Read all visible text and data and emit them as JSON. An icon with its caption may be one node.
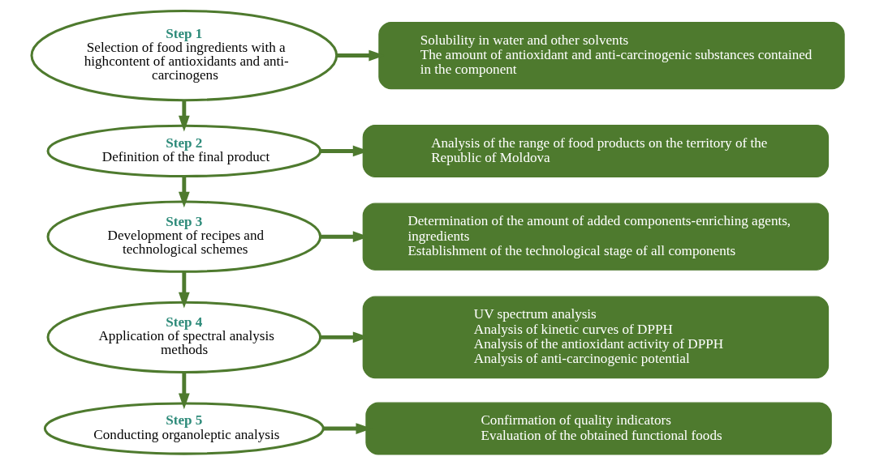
{
  "diagram": {
    "nodes": [
      {
        "text": [
          "Step 1",
          "Selection of food ingredients with a highcontent of antioxidants and anti-carcinogens"
        ]
      },
      {
        "text": [
          "Solubility in water and other solvents",
          "The amount of antioxidant and anti-carcinogenic substances contained in the component"
        ]
      },
      {
        "text": [
          "Step 2",
          "Definition of the final product"
        ]
      },
      {
        "text": [
          "Analysis of the range of food products on the territory of the Republic of Moldova"
        ]
      },
      {
        "text": [
          "Step 3",
          "Development of recipes and technological schemes"
        ]
      },
      {
        "text": [
          "Determination of the amount of added components-enriching agents, ingredients",
          "Establishment of the technological stage of all components"
        ]
      },
      {
        "text": [
          "Step 4",
          "Application of spectral analysis methods"
        ]
      },
      {
        "text": [
          "UV spectrum analysis",
          "Analysis of kinetic curves of DPPH",
          "Analysis of the antioxidant activity of DPPH",
          "Analysis of anti-carcinogenic potential"
        ]
      },
      {
        "text": [
          "Step 5",
          "Conducting organoleptic analysis"
        ]
      },
      {
        "text": [
          "Confirmation of quality indicators",
          "Evaluation of the obtained functional foods"
        ]
      }
    ],
    "edges": [
      {
        "from": 0,
        "to": 1,
        "arrow": "to"
      },
      {
        "from": 0,
        "to": 2,
        "arrow": "to"
      },
      {
        "from": 2,
        "to": 3,
        "arrow": "to"
      },
      {
        "from": 2,
        "to": 4,
        "arrow": "to"
      },
      {
        "from": 4,
        "to": 5,
        "arrow": "to"
      },
      {
        "from": 4,
        "to": 6,
        "arrow": "to"
      },
      {
        "from": 6,
        "to": 7,
        "arrow": "to"
      },
      {
        "from": 6,
        "to": 8,
        "arrow": "to"
      },
      {
        "from": 8,
        "to": 9,
        "arrow": "to"
      }
    ]
  }
}
